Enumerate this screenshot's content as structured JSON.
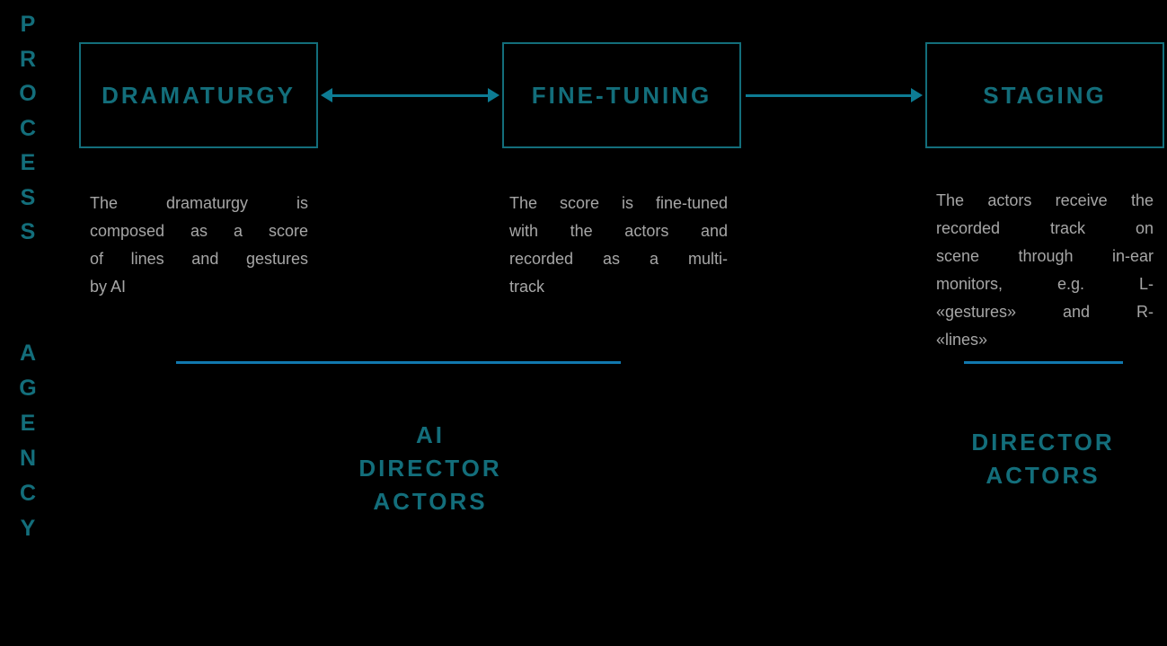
{
  "diagram": {
    "axis_labels": {
      "process": "PROCESS",
      "agency": "AGENCY"
    },
    "steps": [
      {
        "title": "DRAMATURGY",
        "description_lines": [
          "The dramaturgy is",
          "composed as a score",
          "of lines and gestures",
          "by AI"
        ]
      },
      {
        "title": "FINE-TUNING",
        "description_lines": [
          "The score is fine-tuned",
          "with the actors and",
          "recorded as a multi-",
          "track"
        ]
      },
      {
        "title": "STAGING",
        "description_lines": [
          "The actors receive the",
          "recorded track on",
          "scene through in-ear",
          "monitors, e.g. L-",
          "«gestures» and R-",
          "«lines»"
        ]
      }
    ],
    "connectors": [
      {
        "from": "DRAMATURGY",
        "to": "FINE-TUNING",
        "direction": "bidirectional"
      },
      {
        "from": "FINE-TUNING",
        "to": "STAGING",
        "direction": "forward"
      }
    ],
    "agency_groups": [
      {
        "lines": [
          "AI",
          "DIRECTOR",
          "ACTORS"
        ]
      },
      {
        "lines": [
          "DIRECTOR",
          "ACTORS"
        ]
      }
    ],
    "colors": {
      "background": "#000000",
      "teal": "#136E7B",
      "arrow": "#0D7C94",
      "divider": "#1178AE",
      "body_text": "#A6A6A6"
    }
  }
}
